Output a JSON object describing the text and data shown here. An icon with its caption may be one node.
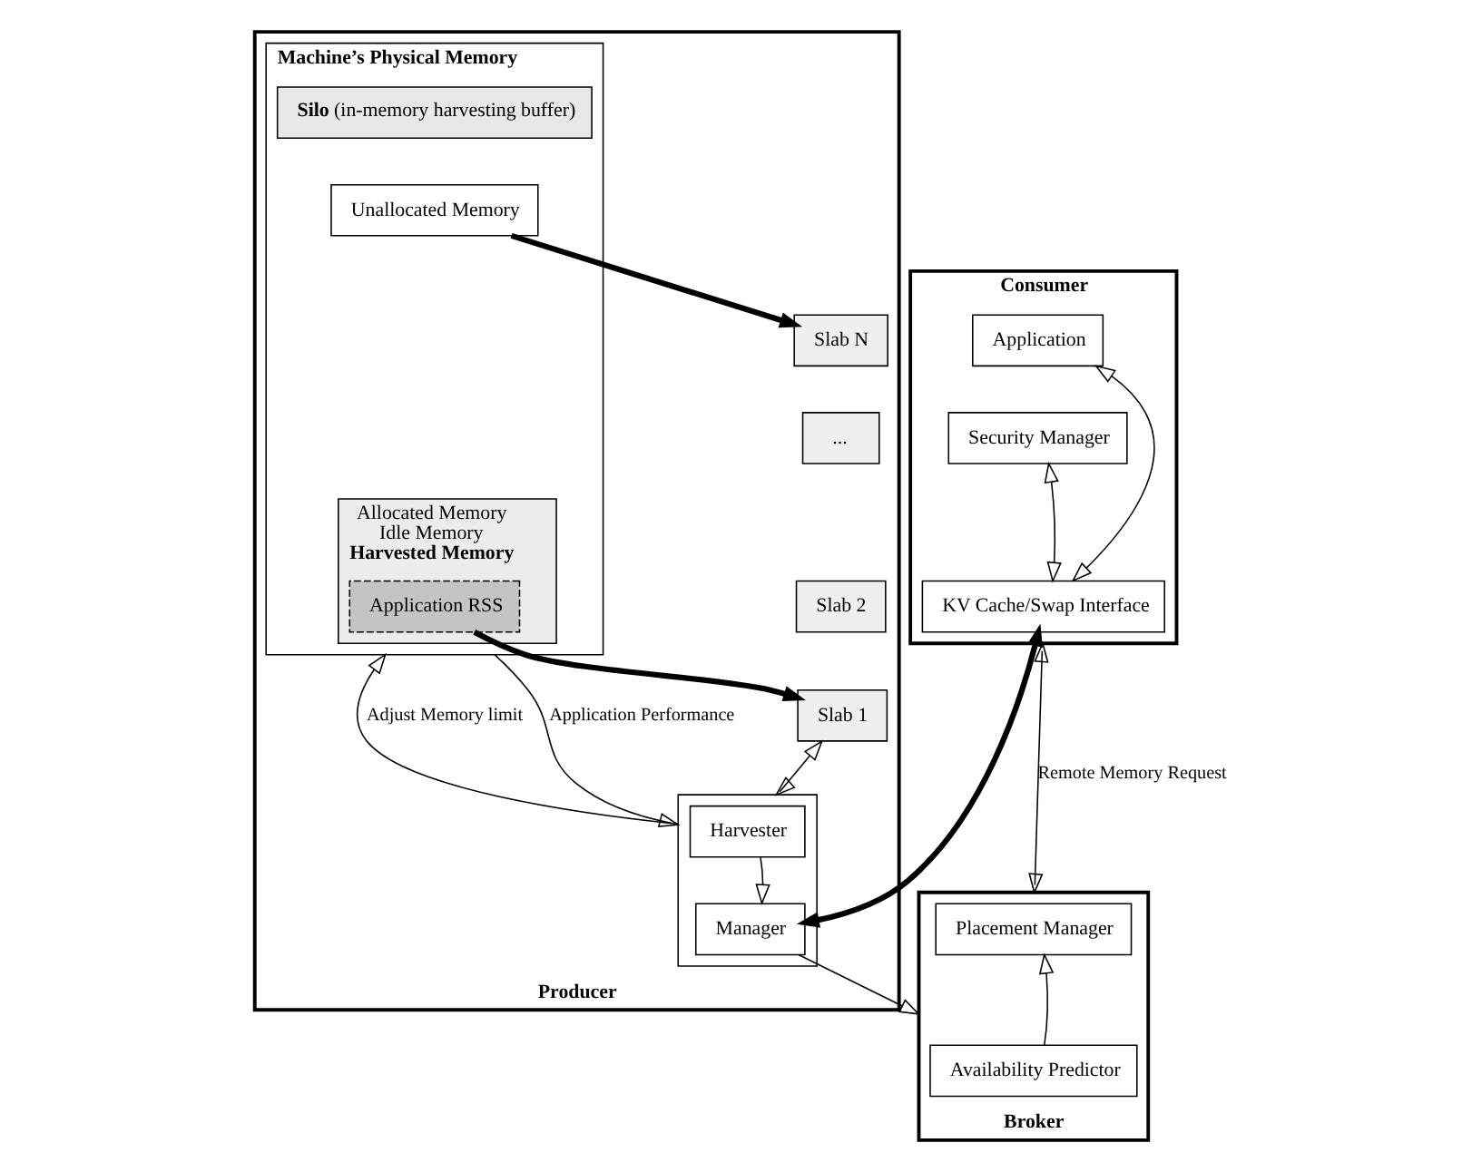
{
  "diagram": {
    "nodes": [
      {
        "text": [
          "Producer"
        ]
      },
      {
        "text": [
          "Machine’s Physical Memory"
        ],
        "in": 0
      },
      {
        "text": [
          "**Silo** (in-memory harvesting buffer)"
        ],
        "in": 1
      },
      {
        "text": [
          "Unallocated Memory"
        ],
        "in": 1
      },
      {
        "text": [
          "Allocated Memory",
          "Idle Memory",
          "**Harvested Memory**"
        ],
        "in": 1
      },
      {
        "text": [
          "Application RSS"
        ],
        "in": 4
      },
      {
        "text": [
          "Slab N"
        ],
        "in": 0
      },
      {
        "text": [
          "..."
        ],
        "in": 0
      },
      {
        "text": [
          "Slab 2"
        ],
        "in": 0
      },
      {
        "text": [
          "Slab 1"
        ],
        "in": 0
      },
      {
        "text": [],
        "shape": "box",
        "in": 0
      },
      {
        "text": [
          "Harvester"
        ],
        "in": 10
      },
      {
        "text": [
          "Manager"
        ],
        "in": 10
      },
      {
        "text": [
          "Consumer"
        ]
      },
      {
        "text": [
          "Application"
        ],
        "in": 13
      },
      {
        "text": [
          "Security Manager"
        ],
        "in": 13
      },
      {
        "text": [
          "KV Cache/Swap Interface"
        ],
        "in": 13
      },
      {
        "text": [
          "Broker"
        ]
      },
      {
        "text": [
          "Placement Manager"
        ],
        "in": 17
      },
      {
        "text": [
          "Availability Predictor"
        ],
        "in": 17
      }
    ],
    "edges": [
      {
        "from": 10,
        "to": 1,
        "arrow": "to",
        "label": "Adjust Memory limit"
      },
      {
        "from": 1,
        "to": 10,
        "arrow": "to",
        "label": "Application Performance"
      },
      {
        "from": 3,
        "to": 6,
        "arrow": "to",
        "style": "thick"
      },
      {
        "from": 5,
        "to": 9,
        "arrow": "to",
        "style": "thick"
      },
      {
        "from": 9,
        "to": 10,
        "arrow": "both"
      },
      {
        "from": 11,
        "to": 12,
        "arrow": "to"
      },
      {
        "from": 16,
        "to": 12,
        "arrow": "both",
        "style": "thick"
      },
      {
        "from": 14,
        "to": 16,
        "arrow": "both"
      },
      {
        "from": 15,
        "to": 16,
        "arrow": "both"
      },
      {
        "from": 13,
        "to": 17,
        "arrow": "both",
        "label": "Remote Memory Request"
      },
      {
        "from": 19,
        "to": 18,
        "arrow": "to"
      },
      {
        "from": 12,
        "to": 17,
        "arrow": "to"
      }
    ]
  }
}
